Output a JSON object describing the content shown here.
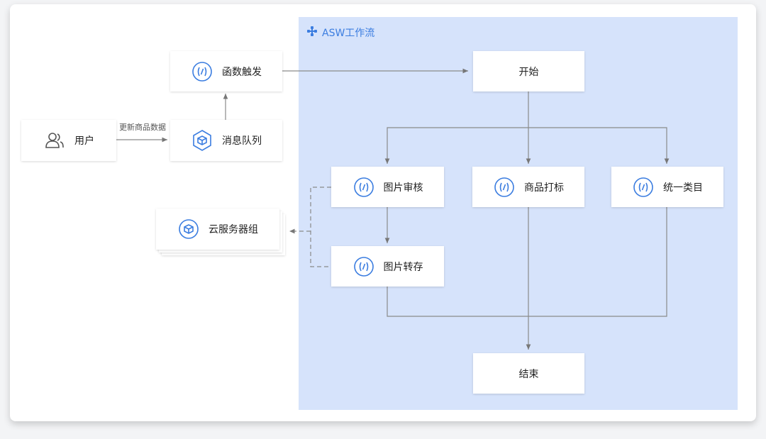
{
  "workflow": {
    "title": "ASW工作流",
    "accent": "#3b7de0",
    "background": "#d6e3fb"
  },
  "nodes": {
    "user": "用户",
    "function_trigger": "函数触发",
    "message_queue": "消息队列",
    "cloud_servers": "云服务器组",
    "start": "开始",
    "image_review": "图片审核",
    "product_tagging": "商品打标",
    "unified_category": "统一类目",
    "image_transfer": "图片转存",
    "end": "结束"
  },
  "edges": {
    "update_label": "更新商品数据"
  },
  "icons": {
    "function": "function-icon",
    "queue": "cube-icon",
    "user": "users-icon",
    "server": "server-group-icon",
    "workflow": "workflow-icon"
  }
}
